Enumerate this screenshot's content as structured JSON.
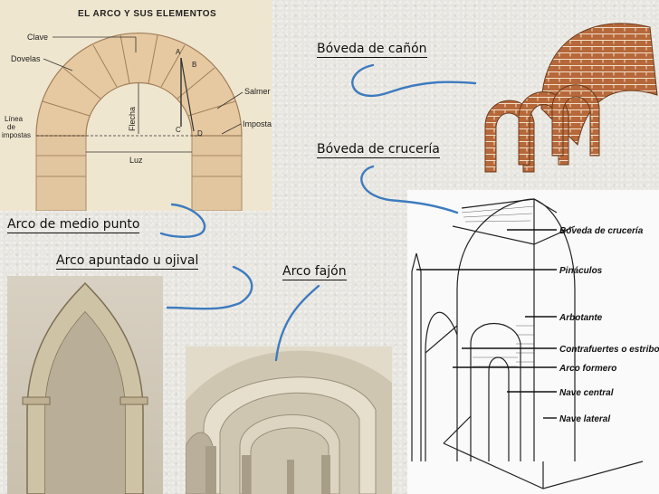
{
  "labels": {
    "boveda_canon": "Bóveda de cañón",
    "boveda_cruceria": "Bóveda de crucería",
    "arco_medio_punto": "Arco de medio punto",
    "arco_apuntado": "Arco apuntado u ojival",
    "arco_fajon": "Arco fajón"
  },
  "arch_diagram": {
    "title": "EL ARCO Y SUS ELEMENTOS",
    "clave": "Clave",
    "dovelas": "Dovelas",
    "linea": "Línea",
    "de": "de",
    "impostas": "impostas",
    "flecha": "Flecha",
    "luz": "Luz",
    "salmer": "Salmer",
    "imposta": "Imposta",
    "point_a": "A",
    "point_b": "B",
    "point_c": "C",
    "point_d": "D"
  },
  "gothic_diagram": {
    "boveda_cruceria": "Bóveda de crucería",
    "pinaculos": "Pináculos",
    "arbotante": "Arbotante",
    "contrafuertes": "Contrafuertes o estribos",
    "arco_formero": "Arco formero",
    "nave_central": "Nave central",
    "nave_lateral": "Nave lateral"
  },
  "colors": {
    "connector": "#3e7bbf",
    "brick": "#a85a2e",
    "stone": "#d9c9a8"
  }
}
